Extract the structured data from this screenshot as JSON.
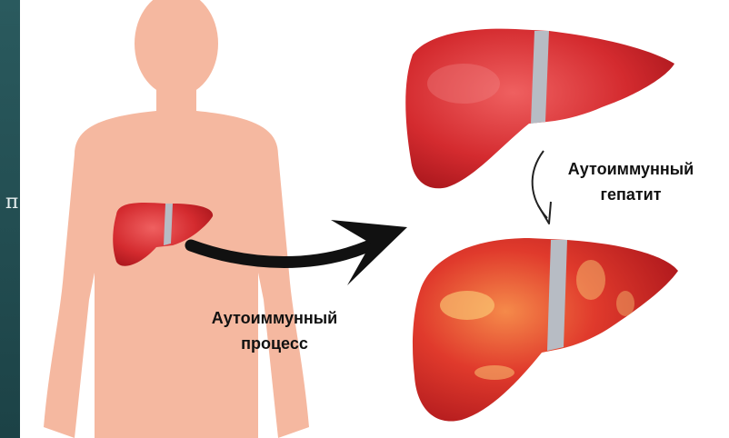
{
  "slide": {
    "side_glyph": "п"
  },
  "labels": {
    "process_line1": "Аутоиммунный",
    "process_line2": "процесс",
    "hepatitis_line1": "Аутоиммунный",
    "hepatitis_line2": "гепатит"
  },
  "colors": {
    "background": "#1f4a4f",
    "skin": "#f5b8a0",
    "liver": "#d42b2f",
    "liver_inflamed": "#e03a2c",
    "ligament": "#b7bcc4"
  }
}
